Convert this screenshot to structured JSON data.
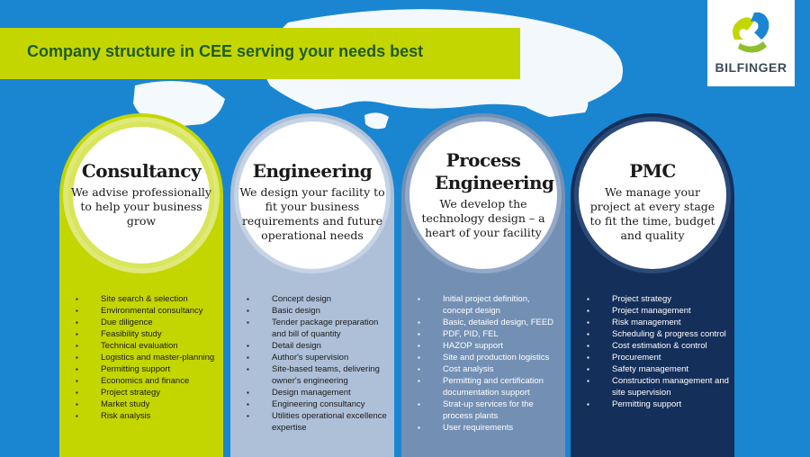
{
  "slide": {
    "title": "Company structure in CEE serving your needs best",
    "logo_text": "BILFINGER"
  },
  "pillars": [
    {
      "title": "Consultancy",
      "subtitle": "We advise professionally to help your business grow",
      "items": [
        "Site search & selection",
        "Environmental consultancy",
        "Due diligence",
        "Feasibility study",
        "Technical evaluation",
        "Logistics and master-planning",
        "Permitting support",
        "Economics and finance",
        "Project strategy",
        "Market study",
        "Risk analysis"
      ]
    },
    {
      "title": "Engineering",
      "subtitle": "We design your facility to fit your business requirements and future operational needs",
      "items": [
        "Concept design",
        "Basic design",
        "Tender package preparation and bill of quantity",
        "Detail design",
        "Author's supervision",
        "Site-based teams, delivering owner's engineering",
        "Design management",
        "Engineering consultancy",
        "Utilities operational excellence expertise"
      ]
    },
    {
      "title": "Process Engineering",
      "subtitle": "We develop the technology design – a heart of your facility",
      "items": [
        "Initial project definition, concept design",
        "Basic, detailed design, FEED",
        "PDF, PID, FEL",
        "HAZOP support",
        "Site and production logistics",
        "Cost analysis",
        "Permitting and certification documentation support",
        "Strat-up services for the process plants",
        "User requirements"
      ]
    },
    {
      "title": "PMC",
      "subtitle": "We manage your project at every stage to fit the time, budget and quality",
      "items": [
        "Project strategy",
        "Project management",
        "Risk management",
        "Scheduling & progress control",
        "Cost estimation & control",
        "Procurement",
        "Safety management",
        "Construction management and site supervision",
        "Permitting support"
      ]
    }
  ],
  "colors": {
    "background": "#1a86d2",
    "accent_lime": "#c4d600",
    "title_text": "#1f5a2a",
    "pillar_light_blue": "#aec0d8",
    "pillar_mid_blue": "#7390b4",
    "pillar_navy": "#142f5a"
  }
}
